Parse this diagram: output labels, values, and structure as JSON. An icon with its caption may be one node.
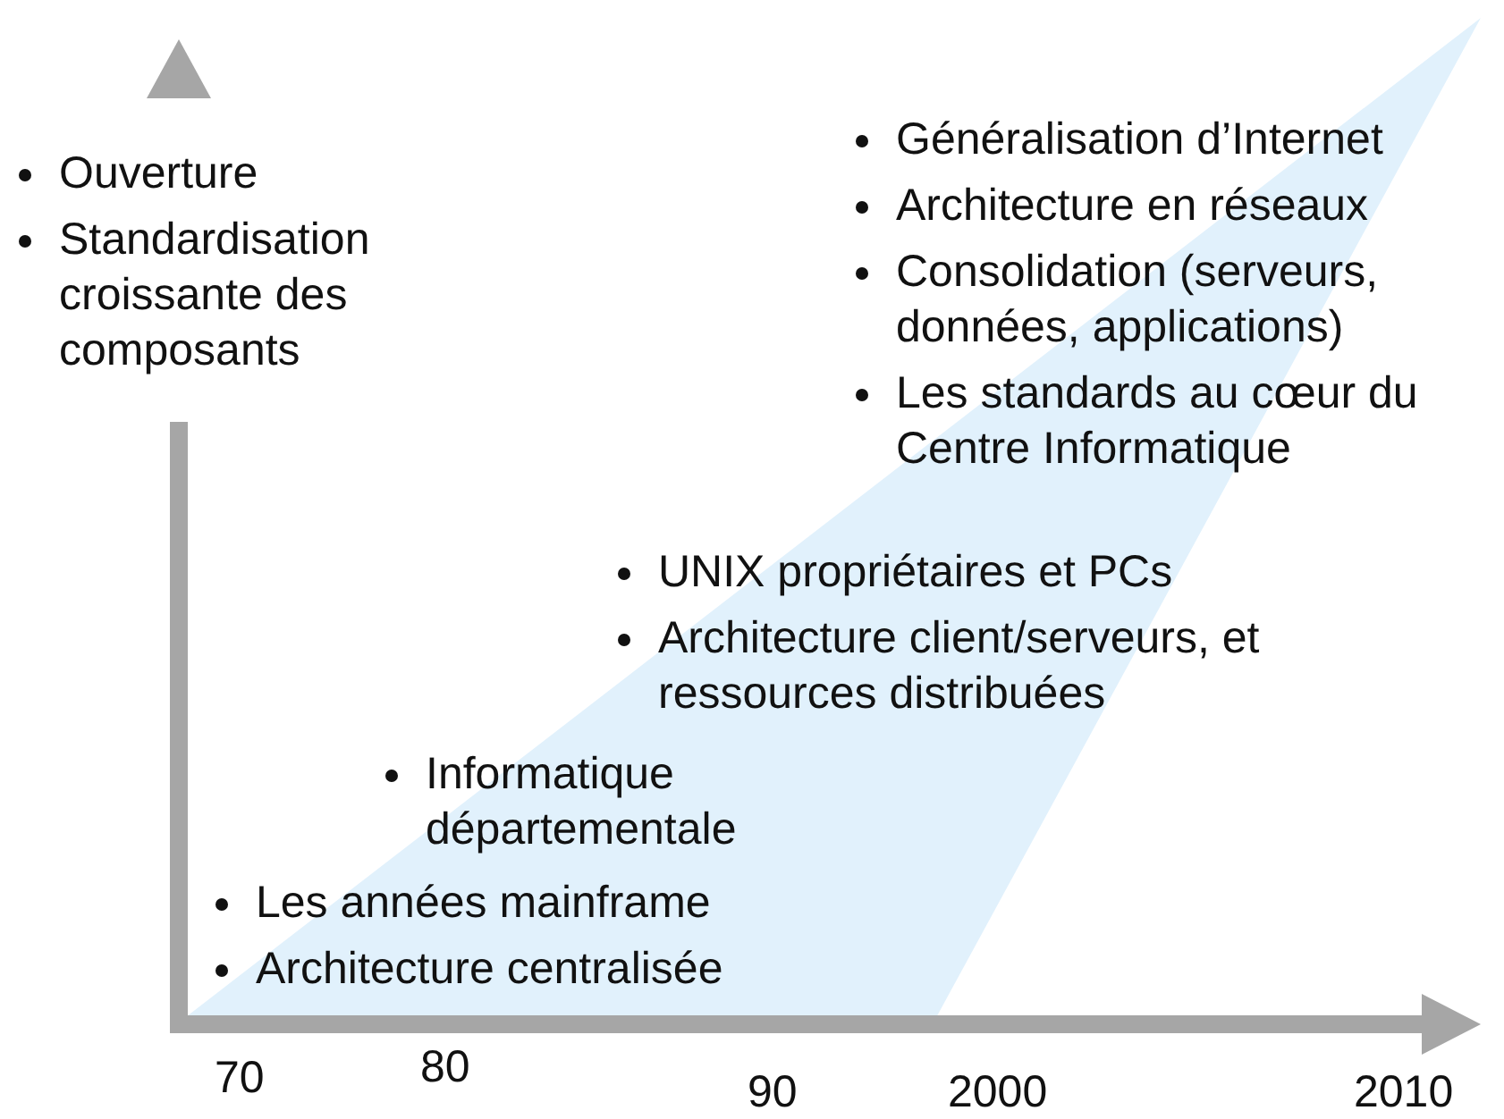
{
  "diagram": {
    "labels": [
      "Ouverture",
      "Standardisation croissante des composants",
      "Généralisation d’Internet",
      "Architecture en réseaux",
      "Consolidation (serveurs, données, applications)",
      "Les standards au cœur du Centre Informatique",
      "UNIX propriétaires et PCs",
      "Architecture client/serveurs, et ressources distribuées",
      "Informatique départementale",
      "Les années mainframe",
      "Architecture centralisée",
      "70",
      "80",
      "90",
      "2000",
      "2010"
    ]
  }
}
